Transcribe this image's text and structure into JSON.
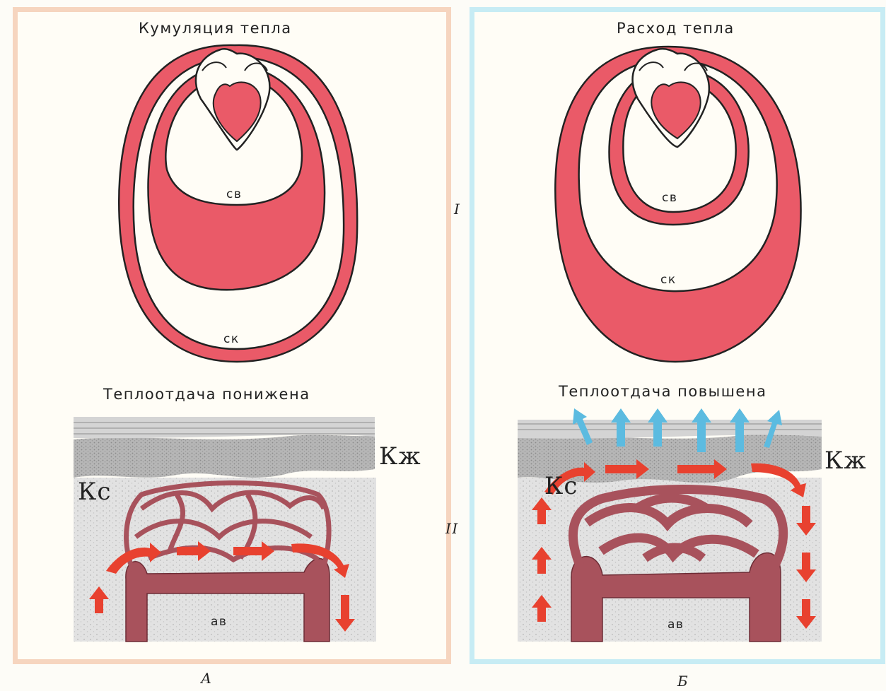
{
  "panel_a": {
    "title": "Кумуляция тепла",
    "label_sv": "св",
    "label_sk": "ск",
    "skin_caption": "Теплоотдача понижена",
    "label_kzh": "Кж",
    "label_ks": "Кс",
    "label_av": "ав",
    "letter": "А"
  },
  "panel_b": {
    "title": "Расход тепла",
    "label_sv": "св",
    "label_sk": "ск",
    "skin_caption": "Теплоотдача повышена",
    "label_kzh": "Кж",
    "label_ks": "Кс",
    "label_av": "ав",
    "letter": "Б"
  },
  "row_labels": {
    "top": "I",
    "bottom": "II"
  },
  "colors": {
    "blood": "#ea5a68",
    "vessel": "#a8525c",
    "arrow_flow": "#e8412f",
    "arrow_heat": "#5cbbe0",
    "tissue": "#dedede",
    "epidermis": "#b2b2b2"
  }
}
